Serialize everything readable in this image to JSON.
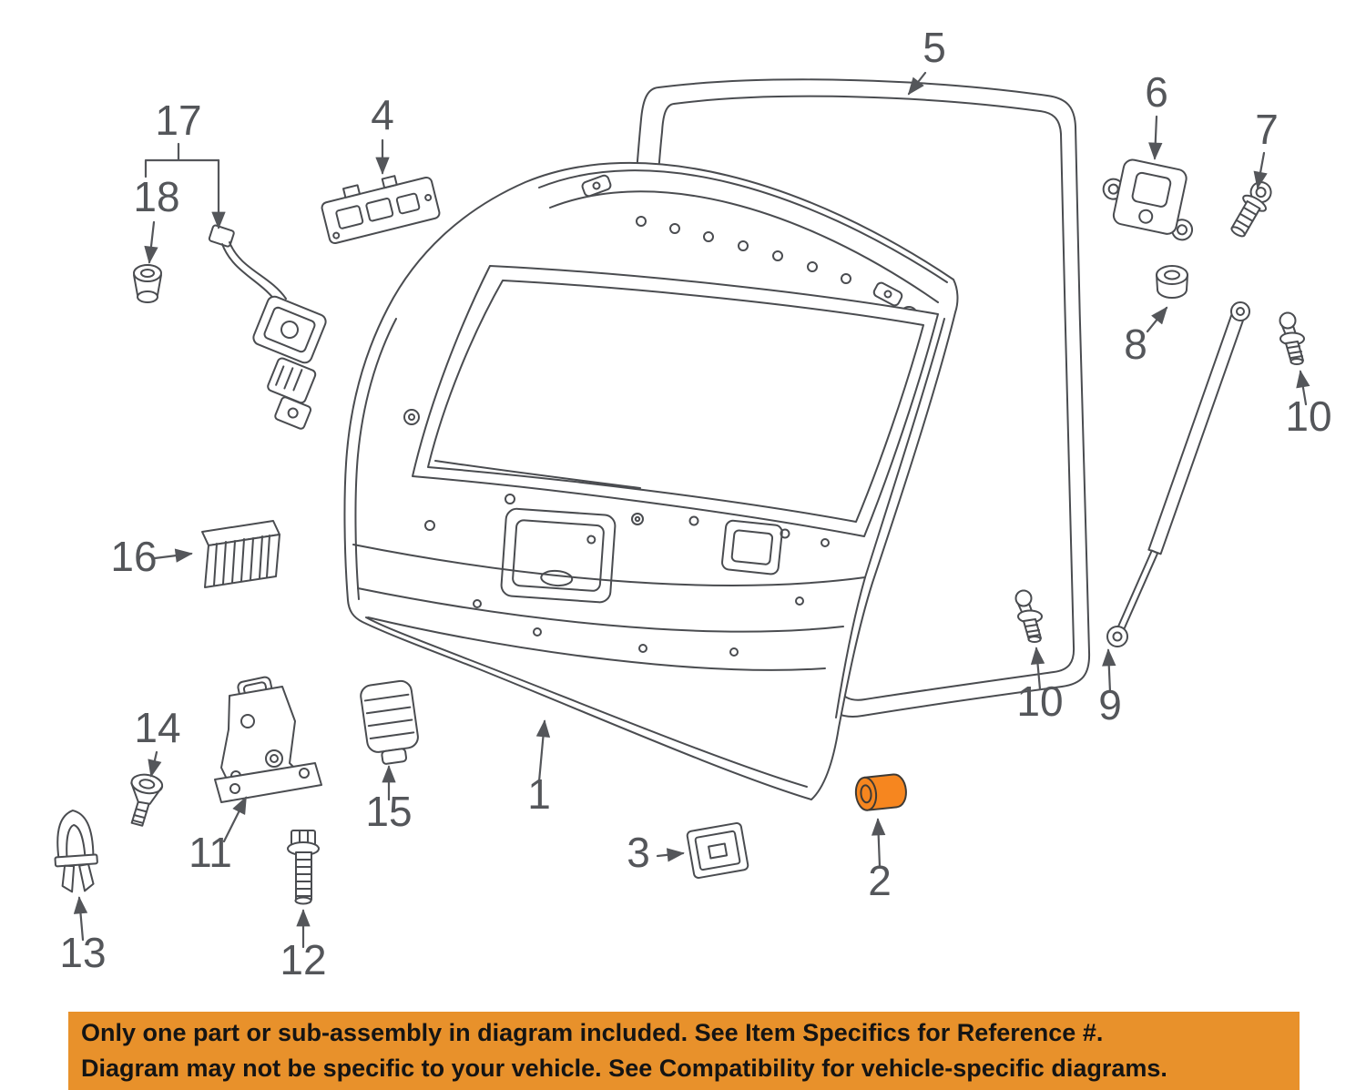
{
  "diagram": {
    "line_color": "#4A4C50",
    "label_color": "#54565A",
    "highlight_color": "#F6861F",
    "highlight_stroke": "#3E3A35"
  },
  "callouts": {
    "c1": "1",
    "c2": "2",
    "c3": "3",
    "c4": "4",
    "c5": "5",
    "c6": "6",
    "c7": "7",
    "c8": "8",
    "c9": "9",
    "c10a": "10",
    "c10b": "10",
    "c11": "11",
    "c12": "12",
    "c13": "13",
    "c14": "14",
    "c15": "15",
    "c16": "16",
    "c17": "17",
    "c18": "18"
  },
  "banner": {
    "bg_color": "#E8912B",
    "text_color": "#141414",
    "line1": "Only one part or sub-assembly in diagram included. See Item Specifics for Reference #.",
    "line2": "Diagram may not be specific to your vehicle. See Compatibility for vehicle-specific diagrams."
  }
}
